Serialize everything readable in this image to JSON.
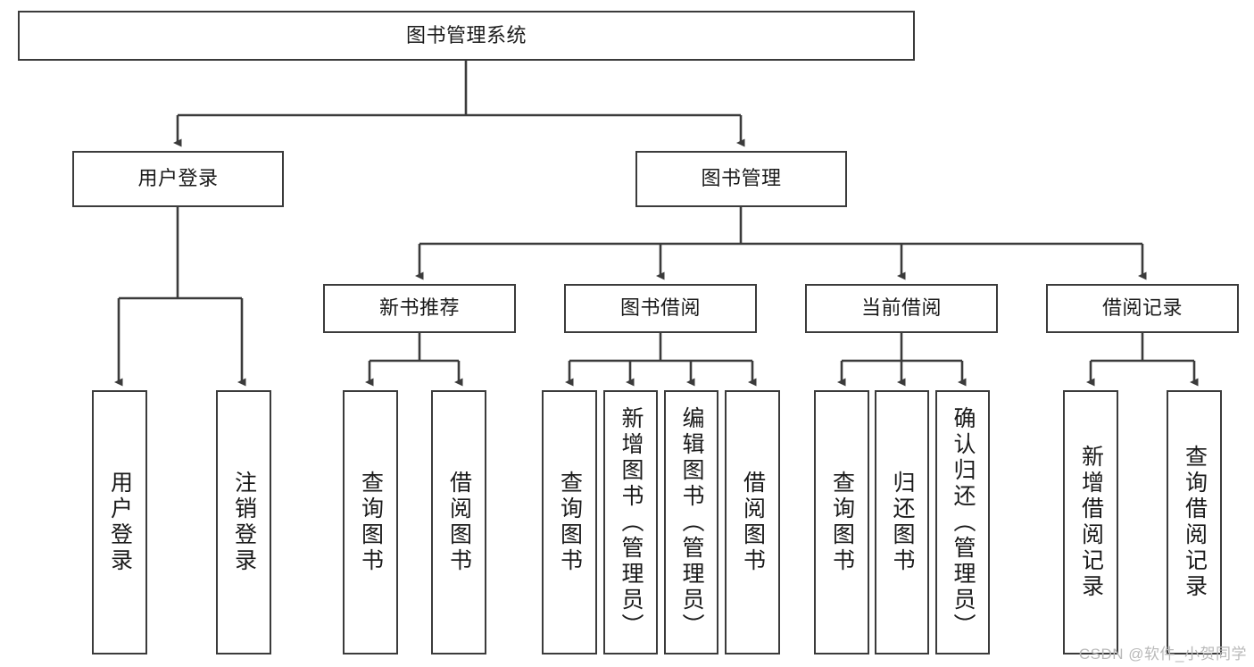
{
  "diagram": {
    "title": "图书管理系统",
    "type": "hierarchy-tree",
    "root": {
      "label": "图书管理系统"
    },
    "level2": [
      {
        "label": "用户登录"
      },
      {
        "label": "图书管理"
      }
    ],
    "level3": [
      {
        "label": "新书推荐"
      },
      {
        "label": "图书借阅"
      },
      {
        "label": "当前借阅"
      },
      {
        "label": "借阅记录"
      }
    ],
    "leaves": {
      "user_login": [
        {
          "label": "用户登录"
        },
        {
          "label": "注销登录"
        }
      ],
      "new_book_recommend": [
        {
          "label": "查询图书"
        },
        {
          "label": "借阅图书"
        }
      ],
      "book_borrow": [
        {
          "label": "查询图书"
        },
        {
          "label": "新增图书（管理员）"
        },
        {
          "label": "编辑图书（管理员）"
        },
        {
          "label": "借阅图书"
        }
      ],
      "current_borrow": [
        {
          "label": "查询图书"
        },
        {
          "label": "归还图书"
        },
        {
          "label": "确认归还（管理员）"
        }
      ],
      "borrow_record": [
        {
          "label": "新增借阅记录"
        },
        {
          "label": "查询借阅记录"
        }
      ]
    }
  },
  "watermark": {
    "text": "CSDN @软件_小贺同学"
  },
  "colors": {
    "stroke": "#3b3b3b",
    "background": "#ffffff",
    "text": "#1a1a1a",
    "watermark": "#b9b9b9"
  }
}
